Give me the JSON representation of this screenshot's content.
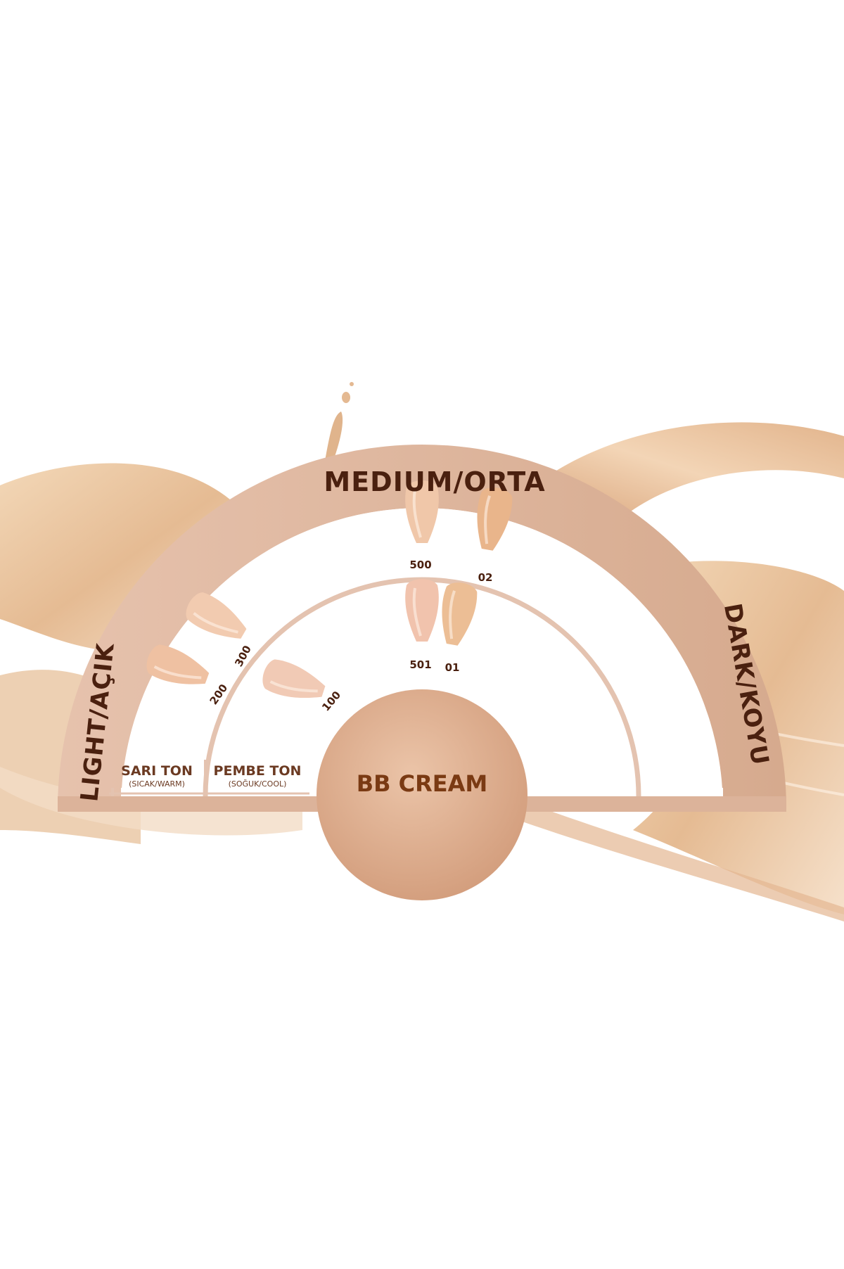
{
  "colors": {
    "background": "#ffffff",
    "swirl_light": "#f1d3b1",
    "swirl_dark": "#d5a57f",
    "arch_outer": "#dbb096",
    "arch_inner": "#e7c9b8",
    "label_text": "#4a200f",
    "center_circle": "#d8a383",
    "center_text": "#7a3a13"
  },
  "rings": {
    "top_label": "MEDIUM/ORTA",
    "left_label": "LIGHT/AÇIK",
    "right_label": "DARK/KOYU"
  },
  "tones": {
    "warm_title": "SARI TON",
    "warm_sub": "(SICAK/WARM)",
    "cool_title": "PEMBE TON",
    "cool_sub": "(SOĞUK/COOL)"
  },
  "center": {
    "label": "BB CREAM"
  },
  "shades": [
    {
      "code": "500",
      "color": "#f0c7a9"
    },
    {
      "code": "02",
      "color": "#e9b58b"
    },
    {
      "code": "501",
      "color": "#f1c3ad"
    },
    {
      "code": "01",
      "color": "#ecbe95"
    },
    {
      "code": "300",
      "color": "#f2cbb0"
    },
    {
      "code": "200",
      "color": "#efc1a2"
    },
    {
      "code": "100",
      "color": "#f1cab5"
    }
  ]
}
